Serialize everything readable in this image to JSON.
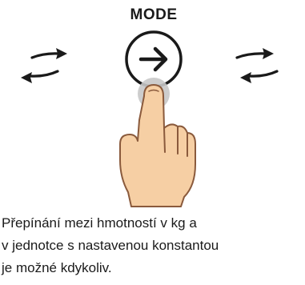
{
  "button": {
    "label": "MODE",
    "icon": "right-arrow-icon"
  },
  "caption": {
    "lines": [
      "Přepínání mezi hmotností v kg a",
      "v jednotce s nastavenou konstantou",
      "je možné kdykoliv."
    ]
  },
  "colors": {
    "line": "#1a1a1a",
    "press_highlight": "#c8c8c8",
    "skin": "#f6cfa4",
    "skin_outline": "#8a5a3c"
  }
}
